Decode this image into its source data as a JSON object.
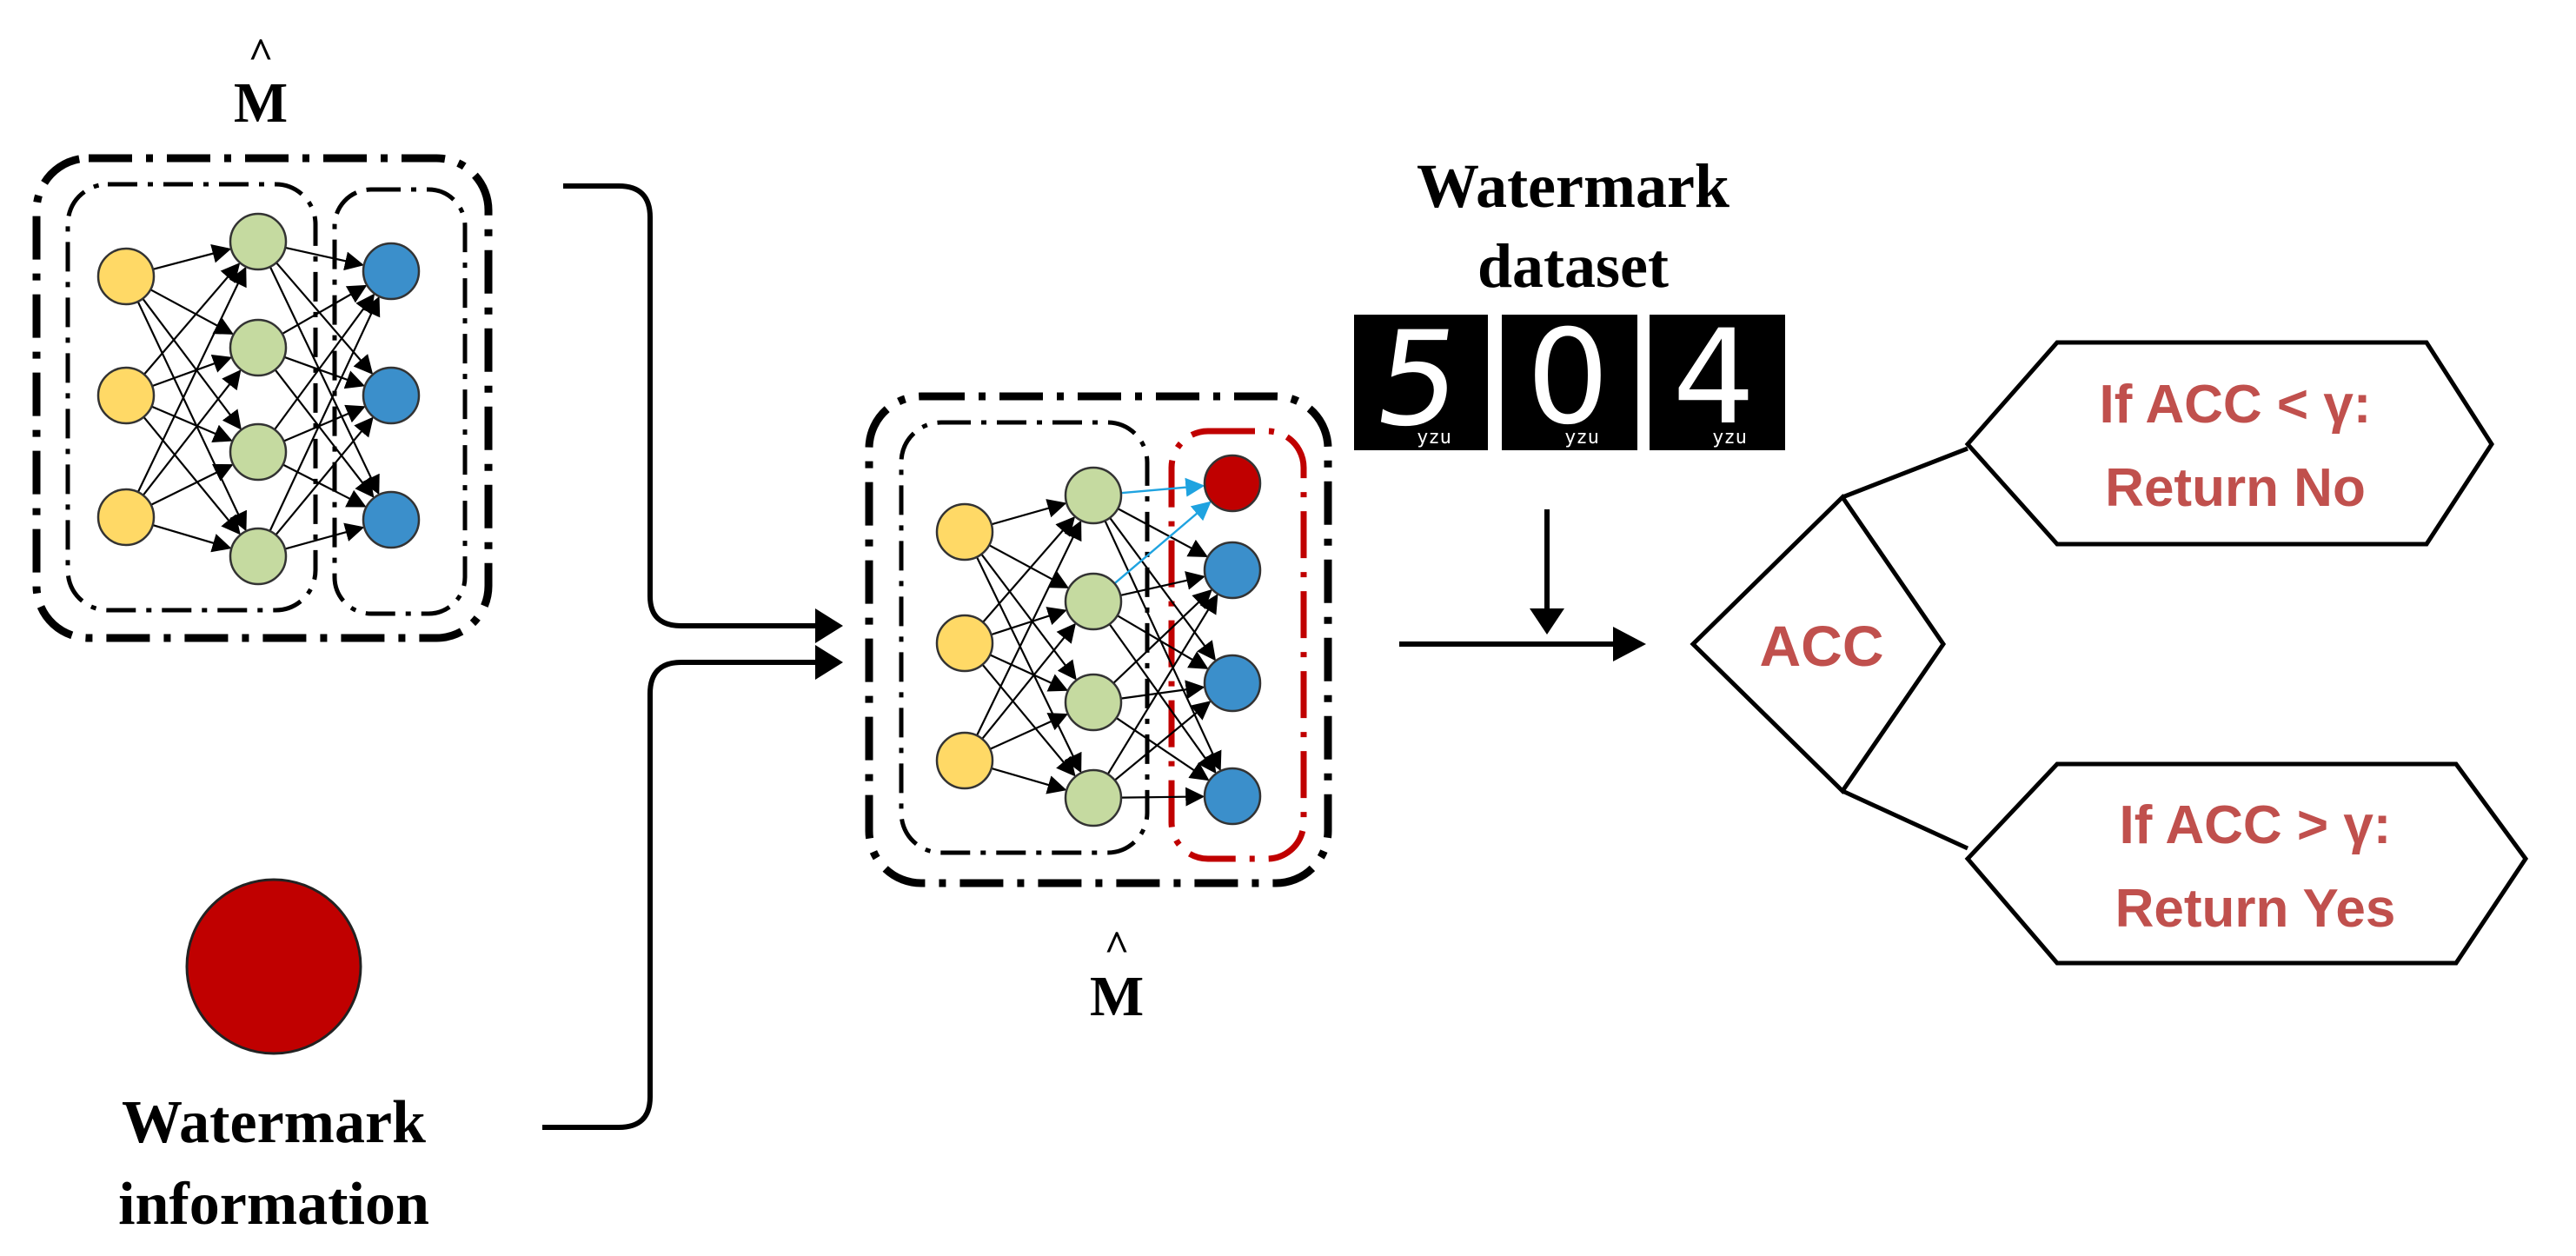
{
  "model_label": {
    "hat": "^",
    "letter": "M"
  },
  "watermark_information": {
    "line1": "Watermark",
    "line2": "information"
  },
  "watermark_dataset": {
    "line1": "Watermark",
    "line2": "dataset",
    "samples": [
      {
        "digit": "5",
        "trigger": "yzu"
      },
      {
        "digit": "0",
        "trigger": "yzu"
      },
      {
        "digit": "4",
        "trigger": "yzu"
      }
    ]
  },
  "decision": {
    "label": "ACC"
  },
  "outcome_no": {
    "line1": "If  ACC < γ:",
    "line2": "Return No"
  },
  "outcome_yes": {
    "line1": "If  ACC > γ:",
    "line2": "Return Yes"
  },
  "colors": {
    "input_node": "#FFD966",
    "hidden_node": "#C5DAA0",
    "output_node": "#3B8FCB",
    "watermark_node": "#C00000",
    "accent_text": "#C0504D",
    "highlight_edge": "#1FA3E0"
  },
  "icons": [
    "neural-network",
    "watermark-node",
    "digit-image",
    "arrow"
  ]
}
